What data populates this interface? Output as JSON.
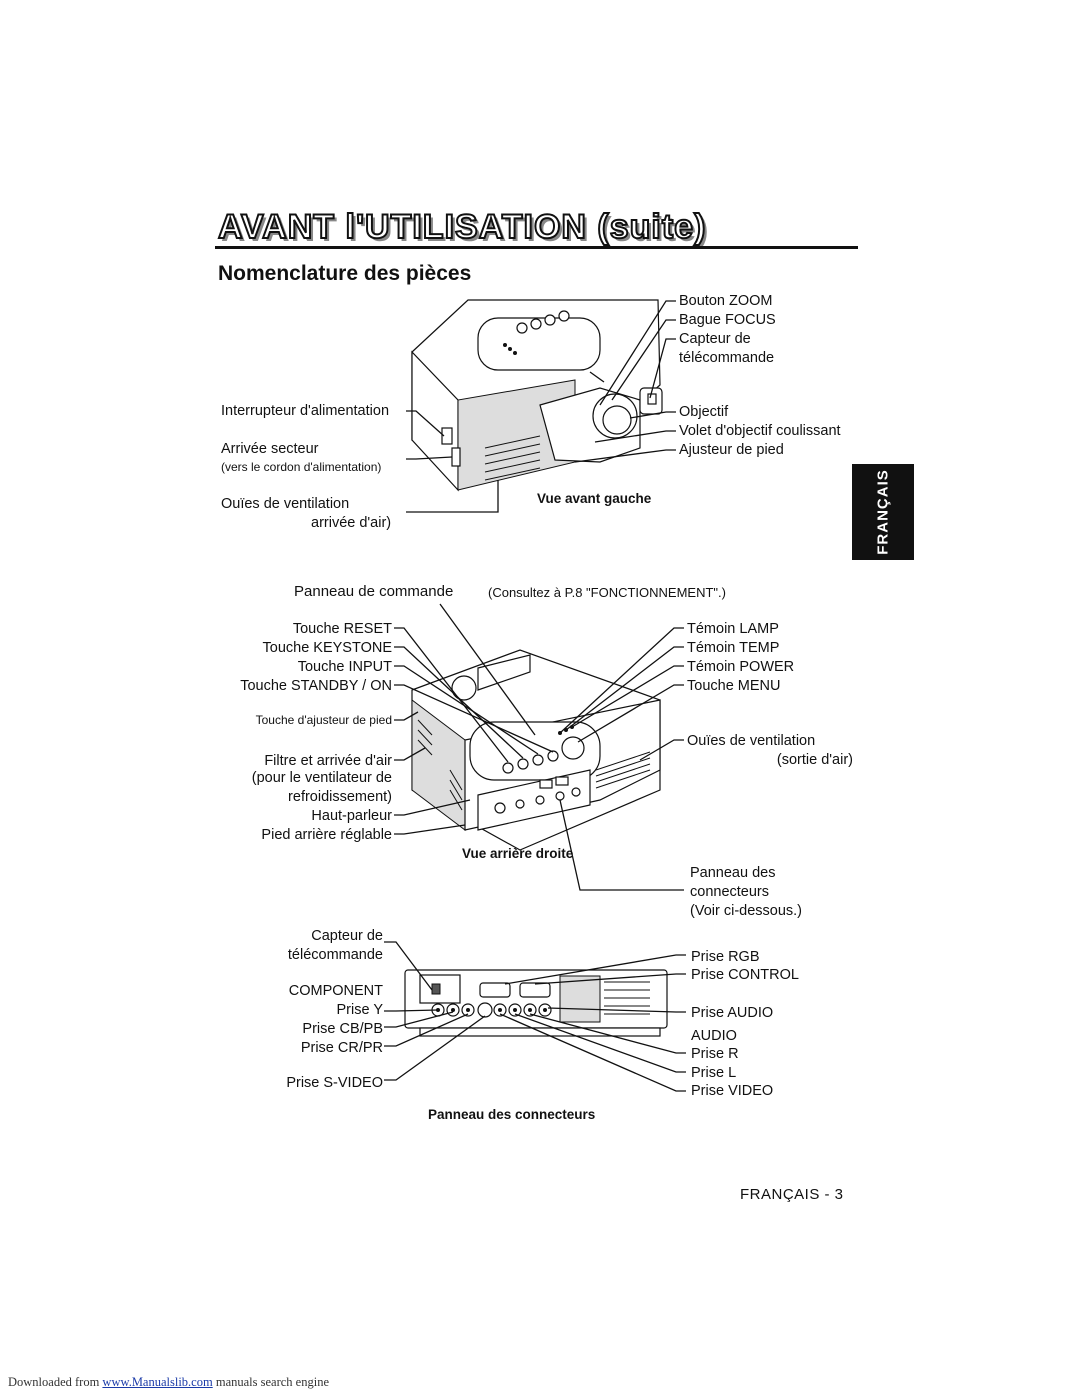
{
  "header": {
    "title": "AVANT l'UTILISATION (suite)",
    "subtitle": "Nomenclature des pièces"
  },
  "side_tab": {
    "label": "FRANÇAIS"
  },
  "front_view": {
    "caption": "Vue avant gauche",
    "labels": {
      "zoom_button": "Bouton ZOOM",
      "focus_ring": "Bague FOCUS",
      "remote_sensor_1": "Capteur de",
      "remote_sensor_2": "télécommande",
      "lens": "Objectif",
      "lens_shutter": "Volet d'objectif coulissant",
      "foot_adjuster": "Ajusteur de pied",
      "power_switch": "Interrupteur d'alimentation",
      "ac_inlet": "Arrivée secteur",
      "ac_inlet_note": "(vers le cordon d'alimentation)",
      "vent_in_1": "Ouïes de ventilation",
      "vent_in_2": "arrivée d'air)"
    }
  },
  "rear_view": {
    "caption": "Vue arrière droite",
    "control_panel_main": "Panneau de commande",
    "control_panel_note": "(Consultez à P.8 \"FONCTIONNEMENT\".)",
    "labels_left": {
      "reset": "Touche RESET",
      "keystone": "Touche KEYSTONE",
      "input": "Touche INPUT",
      "standby": "Touche STANDBY / ON",
      "foot_button": "Touche d'ajusteur de pied",
      "filter_1": "Filtre et arrivée d'air",
      "filter_2": "(pour le ventilateur de",
      "filter_3": "refroidissement)",
      "speaker": "Haut-parleur",
      "rear_foot": "Pied arrière réglable"
    },
    "labels_right": {
      "lamp": "Témoin LAMP",
      "temp": "Témoin TEMP",
      "power": "Témoin POWER",
      "menu": "Touche MENU",
      "vent_out_1": "Ouïes de ventilation",
      "vent_out_2": "(sortie d'air)",
      "connector_panel_1": "Panneau des",
      "connector_panel_2": "connecteurs",
      "connector_panel_3": "(Voir ci-dessous.)"
    }
  },
  "connector_panel": {
    "caption": "Panneau des connecteurs",
    "labels_left": {
      "remote_sensor_1": "Capteur de",
      "remote_sensor_2": "télécommande",
      "component": "COMPONENT",
      "prise_y": "Prise Y",
      "prise_cb": "Prise CB/PB",
      "prise_cr": "Prise CR/PR",
      "svideo": "Prise S-VIDEO"
    },
    "labels_right": {
      "rgb": "Prise RGB",
      "control": "Prise CONTROL",
      "audio_in": "Prise AUDIO",
      "audio": "AUDIO",
      "prise_r": "Prise R",
      "prise_l": "Prise L",
      "video": "Prise VIDEO"
    }
  },
  "footer": {
    "page_label": "FRANÇAIS - 3",
    "download_prefix": "Downloaded from",
    "download_link": "www.Manualslib.com",
    "download_suffix": "manuals search engine"
  }
}
